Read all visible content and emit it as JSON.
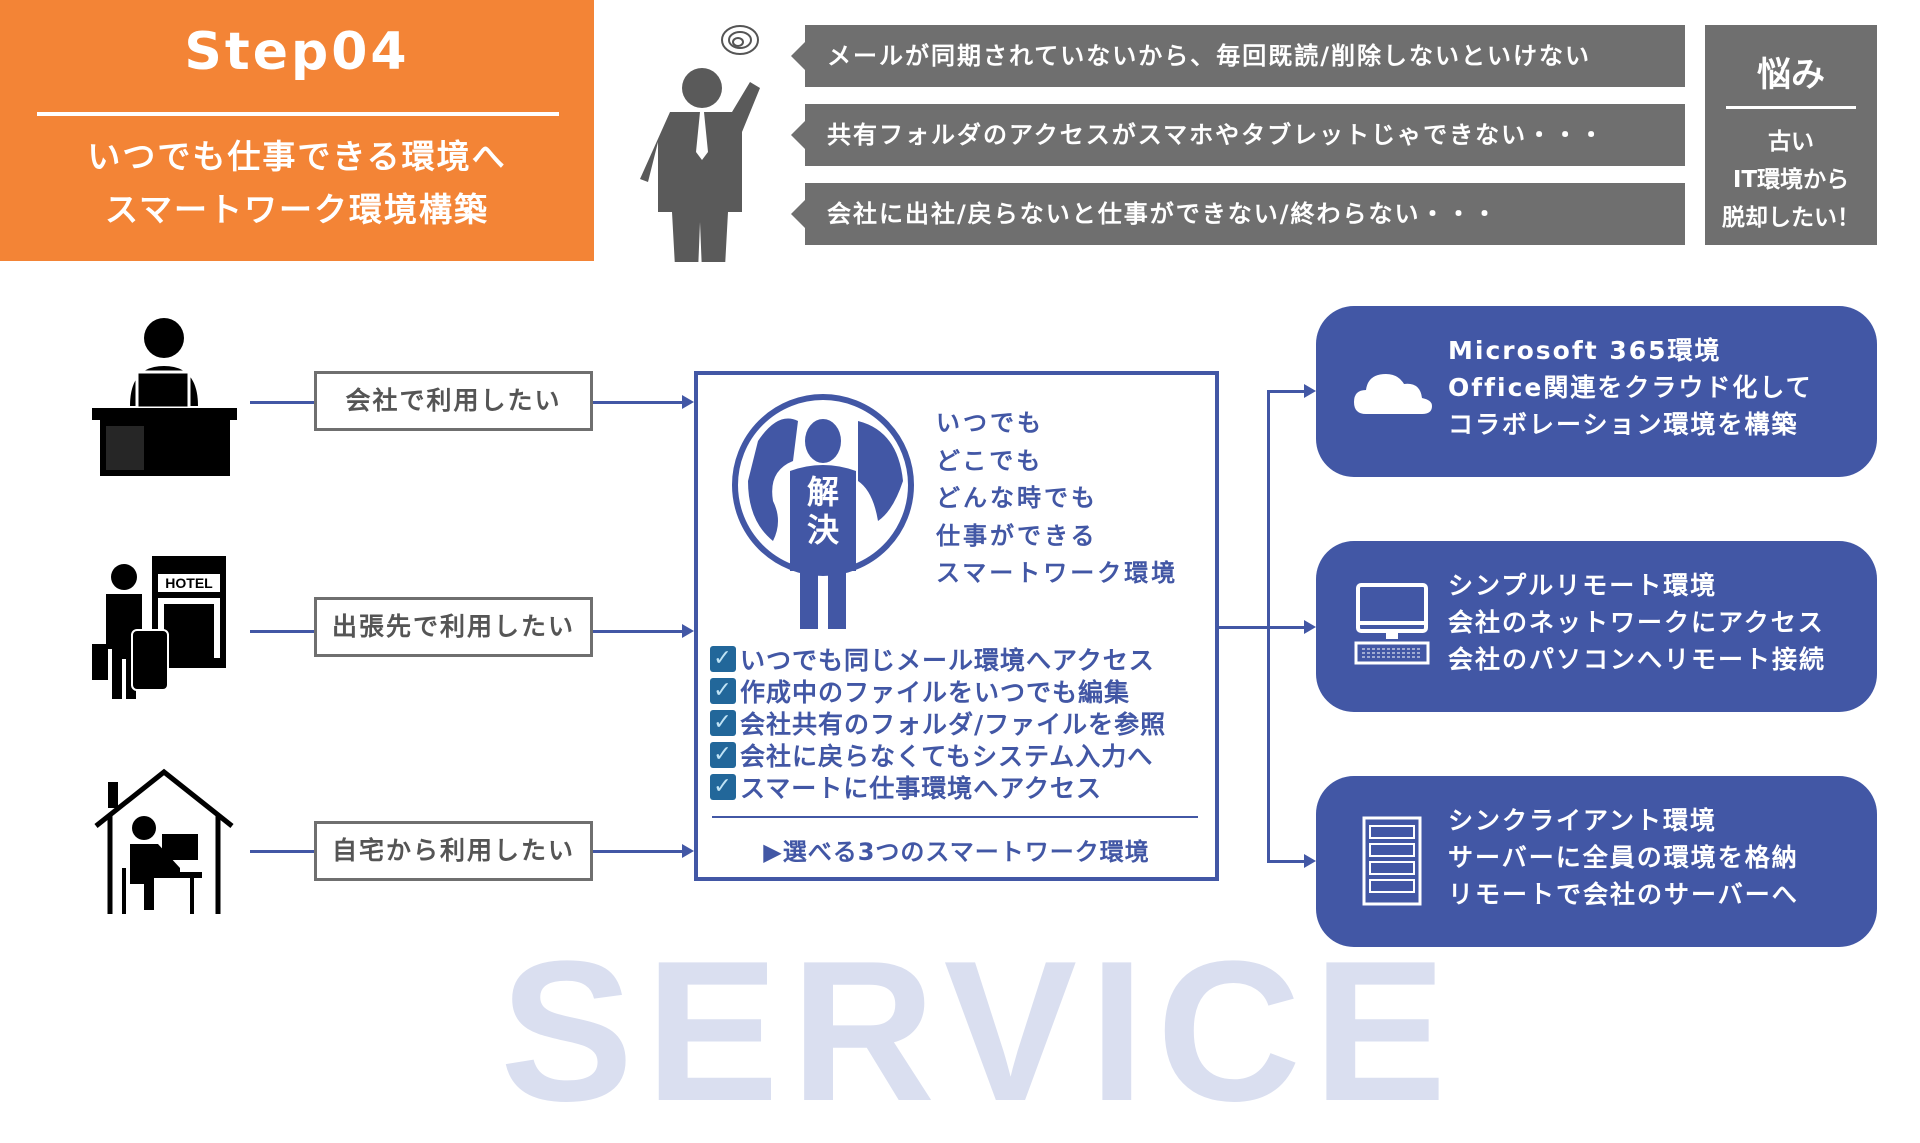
{
  "header": {
    "step": "Step04",
    "subtitle_1": "いつでも仕事できる環境へ",
    "subtitle_2": "スマートワーク環境構築"
  },
  "problems": {
    "items": [
      "メールが同期されていないから、毎回既読/削除しないといけない",
      "共有フォルダのアクセスがスマホやタブレットじゃできない・・・",
      "会社に出社/戻らないと仕事ができない/終わらない・・・"
    ],
    "title": "悩み",
    "summary_1": "古い",
    "summary_2": "IT環境から",
    "summary_3": "脱却したい！"
  },
  "scenarios": [
    "会社で利用したい",
    "出張先で利用したい",
    "自宅から利用したい"
  ],
  "hotel_sign": "HOTEL",
  "solution": {
    "badge_1": "解",
    "badge_2": "決",
    "tagline": [
      "いつでも",
      "どこでも",
      "どんな時でも",
      "仕事ができる",
      "スマートワーク環境"
    ],
    "checks": [
      "いつでも同じメール環境へアクセス",
      "作成中のファイルをいつでも編集",
      "会社共有のフォルダ/ファイルを参照",
      "会社に戻らなくてもシステム入力へ",
      "スマートに仕事環境へアクセス"
    ],
    "footer": "▶選べる3つのスマートワーク環境"
  },
  "services": [
    {
      "lines": [
        "Microsoft 365環境",
        "Office関連をクラウド化して",
        "コラボレーション環境を構築"
      ],
      "icon": "cloud-icon"
    },
    {
      "lines": [
        "シンプルリモート環境",
        "会社のネットワークにアクセス",
        "会社のパソコンへリモート接続"
      ],
      "icon": "computer-icon"
    },
    {
      "lines": [
        "シンクライアント環境",
        "サーバーに全員の環境を格納",
        "リモートで会社のサーバーへ"
      ],
      "icon": "server-icon"
    }
  ],
  "watermark": "SERVICE",
  "colors": {
    "orange": "#f38436",
    "gray": "#6f6f6f",
    "blue": "#4257a5",
    "watermark": "#dadff0"
  }
}
